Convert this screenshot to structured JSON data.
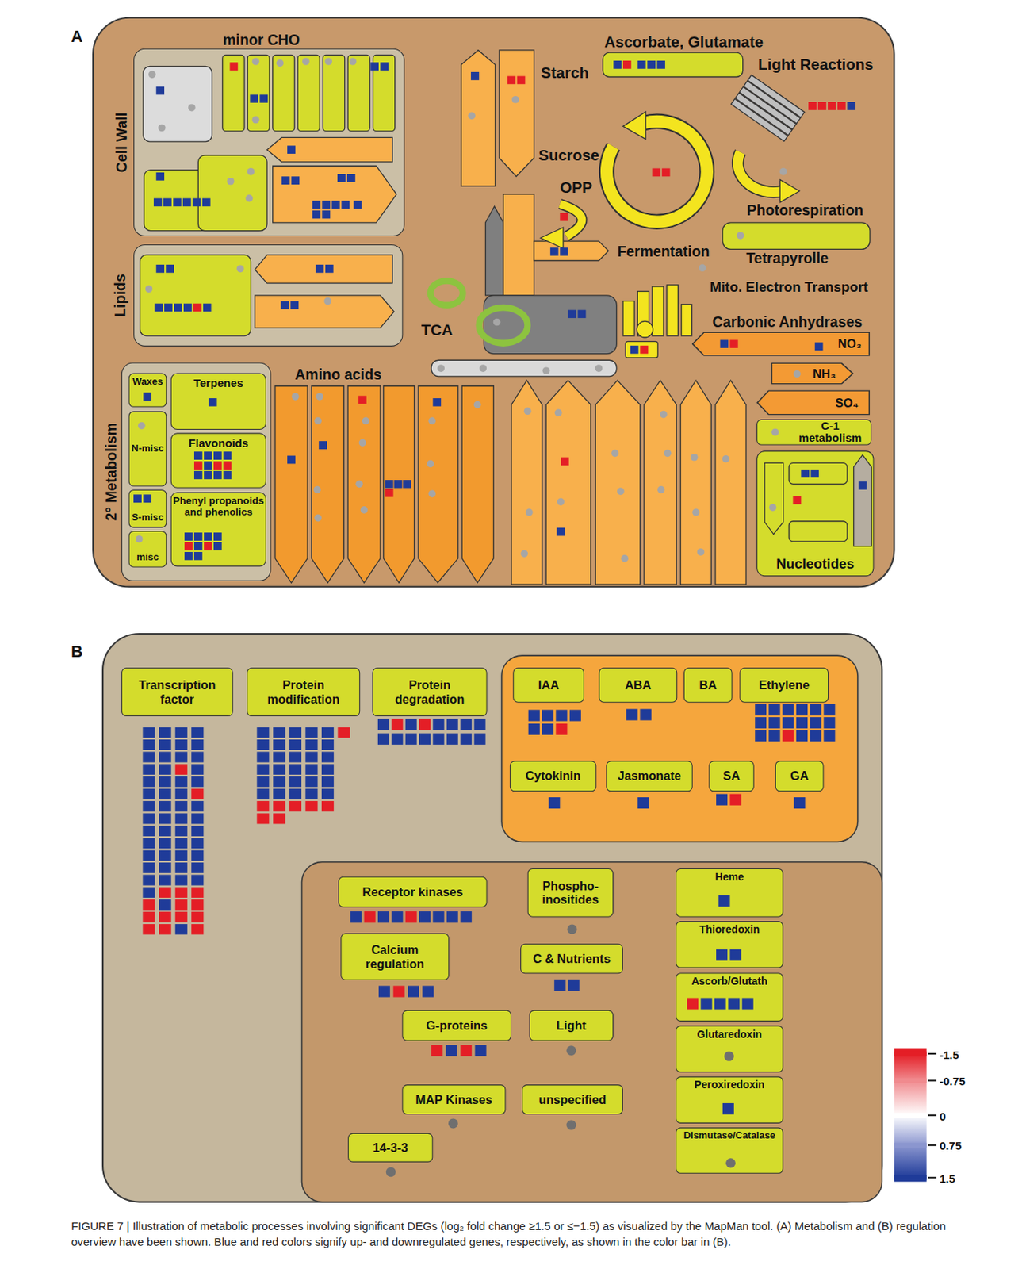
{
  "diagram": {
    "caption": "FIGURE 7 | Illustration of metabolic processes involving significant DEGs (log₂ fold change ≥1.5 or ≤−1.5) as visualized by the MapMan tool. (A) Metabolism and (B) regulation overview have been shown. Blue and red colors signify up- and downregulated genes, respectively, as shown in the color bar in (B).",
    "nodes": [
      {
        "text": [
          "Cell Wall"
        ]
      },
      {
        "text": [
          "Lipids"
        ]
      },
      {
        "text": [
          "2° Metabolism"
        ]
      },
      {
        "text": [
          "Waxes"
        ],
        "in": 2
      },
      {
        "text": [
          "Terpenes"
        ],
        "in": 2
      },
      {
        "text": [
          "N-misc"
        ],
        "in": 2
      },
      {
        "text": [
          "Flavonoids"
        ],
        "in": 2
      },
      {
        "text": [
          "S-misc"
        ],
        "in": 2
      },
      {
        "text": [
          "Phenyl propanoids and phenolics"
        ],
        "in": 2
      },
      {
        "text": [
          "misc"
        ],
        "in": 2
      },
      {
        "text": [
          "NO₃"
        ]
      },
      {
        "text": [
          "NH₃"
        ]
      },
      {
        "text": [
          "SO₄"
        ]
      },
      {
        "text": [
          "C-1 metabolism"
        ]
      },
      {
        "text": [
          "Nucleotides"
        ]
      },
      {
        "text": [
          "Transcription factor"
        ]
      },
      {
        "text": [
          "Protein modification"
        ]
      },
      {
        "text": [
          "Protein degradation"
        ]
      },
      {
        "text": [
          "IAA"
        ]
      },
      {
        "text": [
          "ABA"
        ]
      },
      {
        "text": [
          "BA"
        ]
      },
      {
        "text": [
          "Ethylene"
        ]
      },
      {
        "text": [
          "Cytokinin"
        ]
      },
      {
        "text": [
          "Jasmonate"
        ]
      },
      {
        "text": [
          "SA"
        ]
      },
      {
        "text": [
          "GA"
        ]
      },
      {
        "text": [
          "Receptor kinases"
        ]
      },
      {
        "text": [
          "Phospho-inositides"
        ]
      },
      {
        "text": [
          "Heme"
        ]
      },
      {
        "text": [
          "Calcium regulation"
        ]
      },
      {
        "text": [
          "C & Nutrients"
        ]
      },
      {
        "text": [
          "Thioredoxin"
        ]
      },
      {
        "text": [
          "Ascorb/Glutath"
        ]
      },
      {
        "text": [
          "G-proteins"
        ]
      },
      {
        "text": [
          "Light"
        ]
      },
      {
        "text": [
          "Glutaredoxin"
        ]
      },
      {
        "text": [
          "Peroxiredoxin"
        ]
      },
      {
        "text": [
          "MAP Kinases"
        ]
      },
      {
        "text": [
          "unspecified"
        ]
      },
      {
        "text": [
          "Dismutase/Catalase"
        ]
      },
      {
        "text": [
          "14-3-3"
        ]
      }
    ],
    "labels": [
      "A",
      "minor CHO",
      "Starch",
      "Sucrose",
      "Ascorbate, Glutamate",
      "Light Reactions",
      "OPP",
      "Photorespiration",
      "Fermentation",
      "Tetrapyrolle",
      "Mito. Electron Transport",
      "TCA",
      "Carbonic Anhydrases",
      "Amino acids",
      "B"
    ],
    "legend": [
      {
        "text": "-1.5",
        "color": "#e41e26"
      },
      {
        "text": "-0.75",
        "color": "#f08a8e"
      },
      {
        "text": "0",
        "color": "#ffffff"
      },
      {
        "text": "0.75",
        "color": "#8b96cf"
      },
      {
        "text": "1.5",
        "color": "#1f3b99"
      }
    ]
  }
}
